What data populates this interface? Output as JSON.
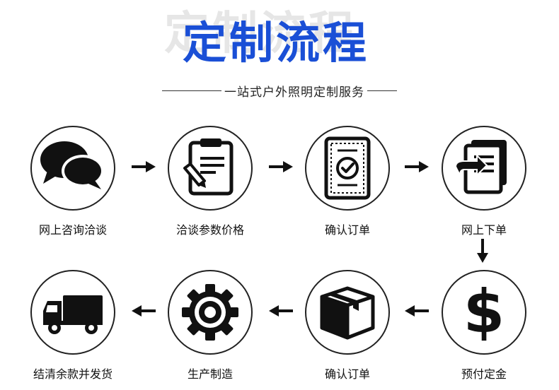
{
  "header": {
    "title_shadow": "定制流程",
    "title": "定制流程",
    "subtitle": "一站式户外照明定制服务"
  },
  "colors": {
    "title": "#1a4fd6",
    "title_shadow": "#e6e6e6",
    "ink": "#111111"
  },
  "steps": [
    {
      "label": "网上咨询洽谈",
      "icon": "chat-bubbles-icon"
    },
    {
      "label": "洽谈参数价格",
      "icon": "clipboard-pen-icon"
    },
    {
      "label": "确认订单",
      "icon": "certificate-check-icon"
    },
    {
      "label": "网上下单",
      "icon": "documents-arrow-icon"
    },
    {
      "label": "预付定金",
      "icon": "dollar-icon"
    },
    {
      "label": "确认订单",
      "icon": "package-box-icon"
    },
    {
      "label": "生产制造",
      "icon": "gear-icon"
    },
    {
      "label": "结清余款并发货",
      "icon": "truck-icon"
    }
  ]
}
